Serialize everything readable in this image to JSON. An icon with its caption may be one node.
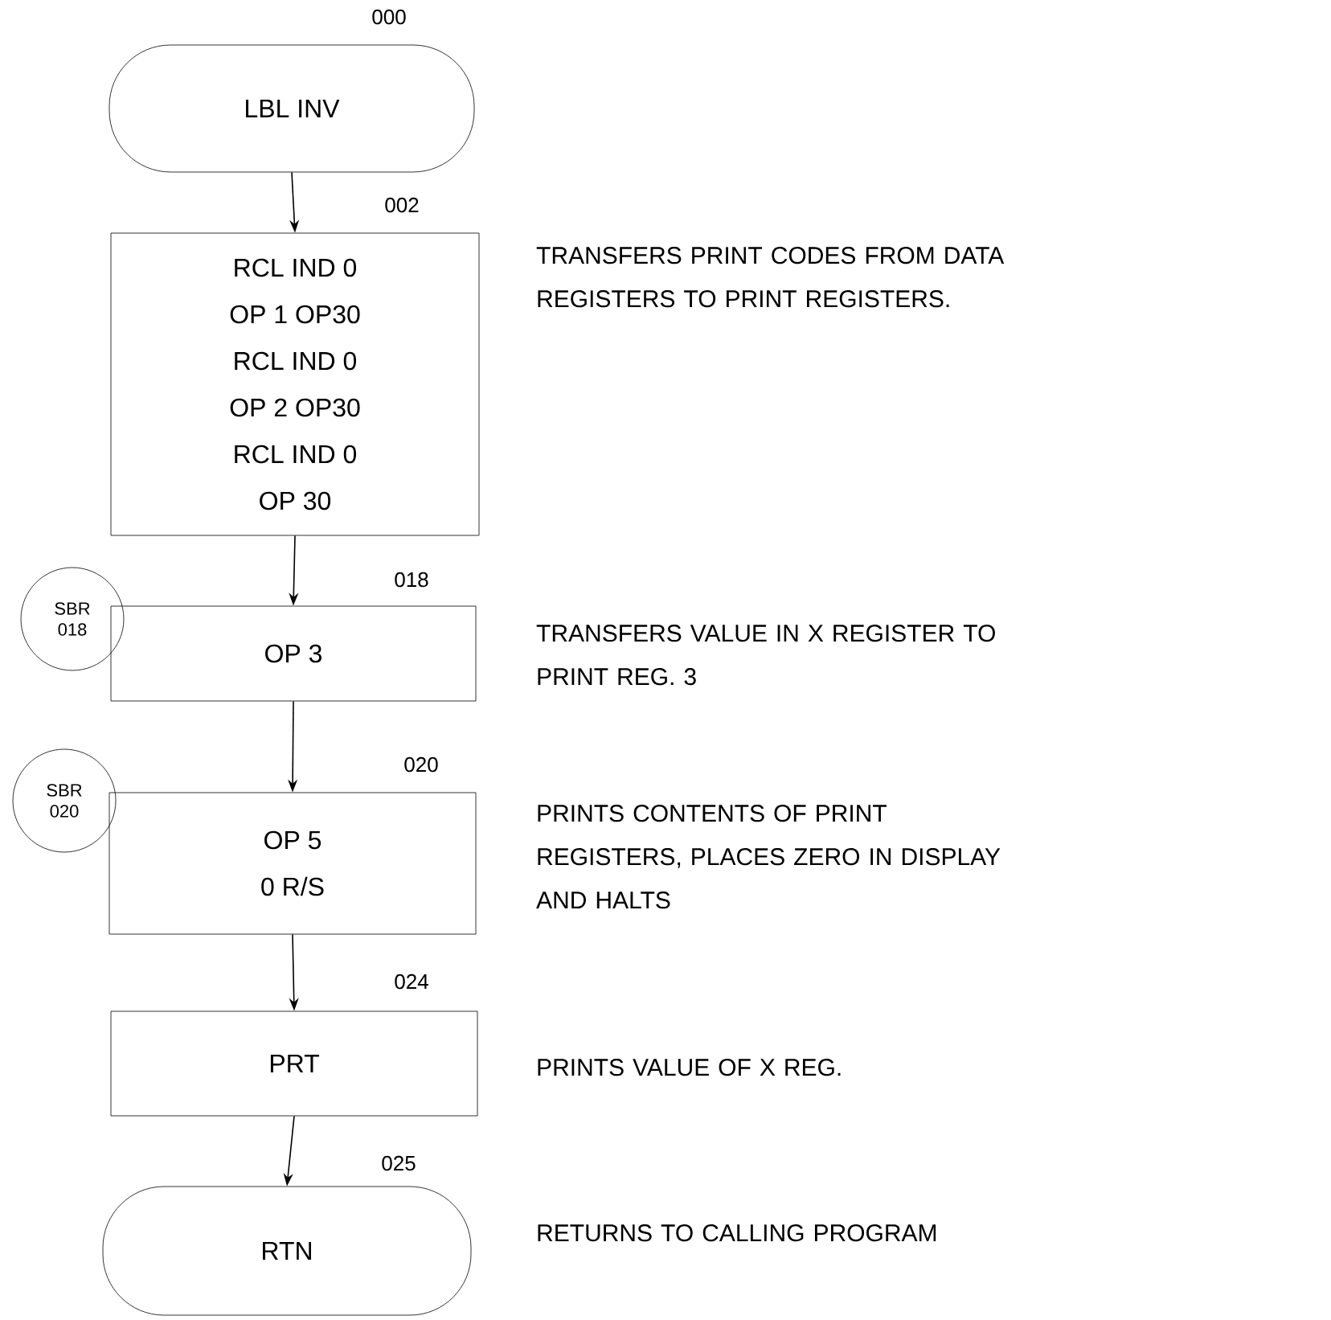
{
  "diagram": {
    "nodes": [
      {
        "text": [
          "LBL INV"
        ],
        "beside": [
          "000"
        ]
      },
      {
        "text": [
          "RCL IND 0",
          "OP 1 OP30",
          "RCL IND 0",
          "OP 2 OP30",
          "RCL IND 0",
          "OP 30"
        ],
        "beside": [
          "002",
          "TRANSFERS PRINT CODES FROM DATA REGISTERS TO PRINT REGISTERS."
        ]
      },
      {
        "text": [
          "SBR 018"
        ]
      },
      {
        "text": [
          "OP 3"
        ],
        "beside": [
          "018",
          "TRANSFERS VALUE IN X REGISTER TO PRINT REG. 3"
        ]
      },
      {
        "text": [
          "SBR 020"
        ]
      },
      {
        "text": [
          "OP 5",
          "0 R/S"
        ],
        "beside": [
          "020",
          "PRINTS CONTENTS OF PRINT REGISTERS, PLACES ZERO IN DISPLAY AND HALTS"
        ]
      },
      {
        "text": [
          "PRT"
        ],
        "beside": [
          "024",
          "PRINTS VALUE OF X REG."
        ]
      },
      {
        "text": [
          "RTN"
        ],
        "beside": [
          "025",
          "RETURNS TO CALLING PROGRAM"
        ]
      }
    ],
    "edges": [
      {
        "from": 0,
        "to": 1,
        "arrow": "to"
      },
      {
        "from": 1,
        "to": 3,
        "arrow": "to"
      },
      {
        "from": 3,
        "to": 5,
        "arrow": "to"
      },
      {
        "from": 5,
        "to": 6,
        "arrow": "to"
      },
      {
        "from": 6,
        "to": 7,
        "arrow": "to"
      }
    ]
  }
}
